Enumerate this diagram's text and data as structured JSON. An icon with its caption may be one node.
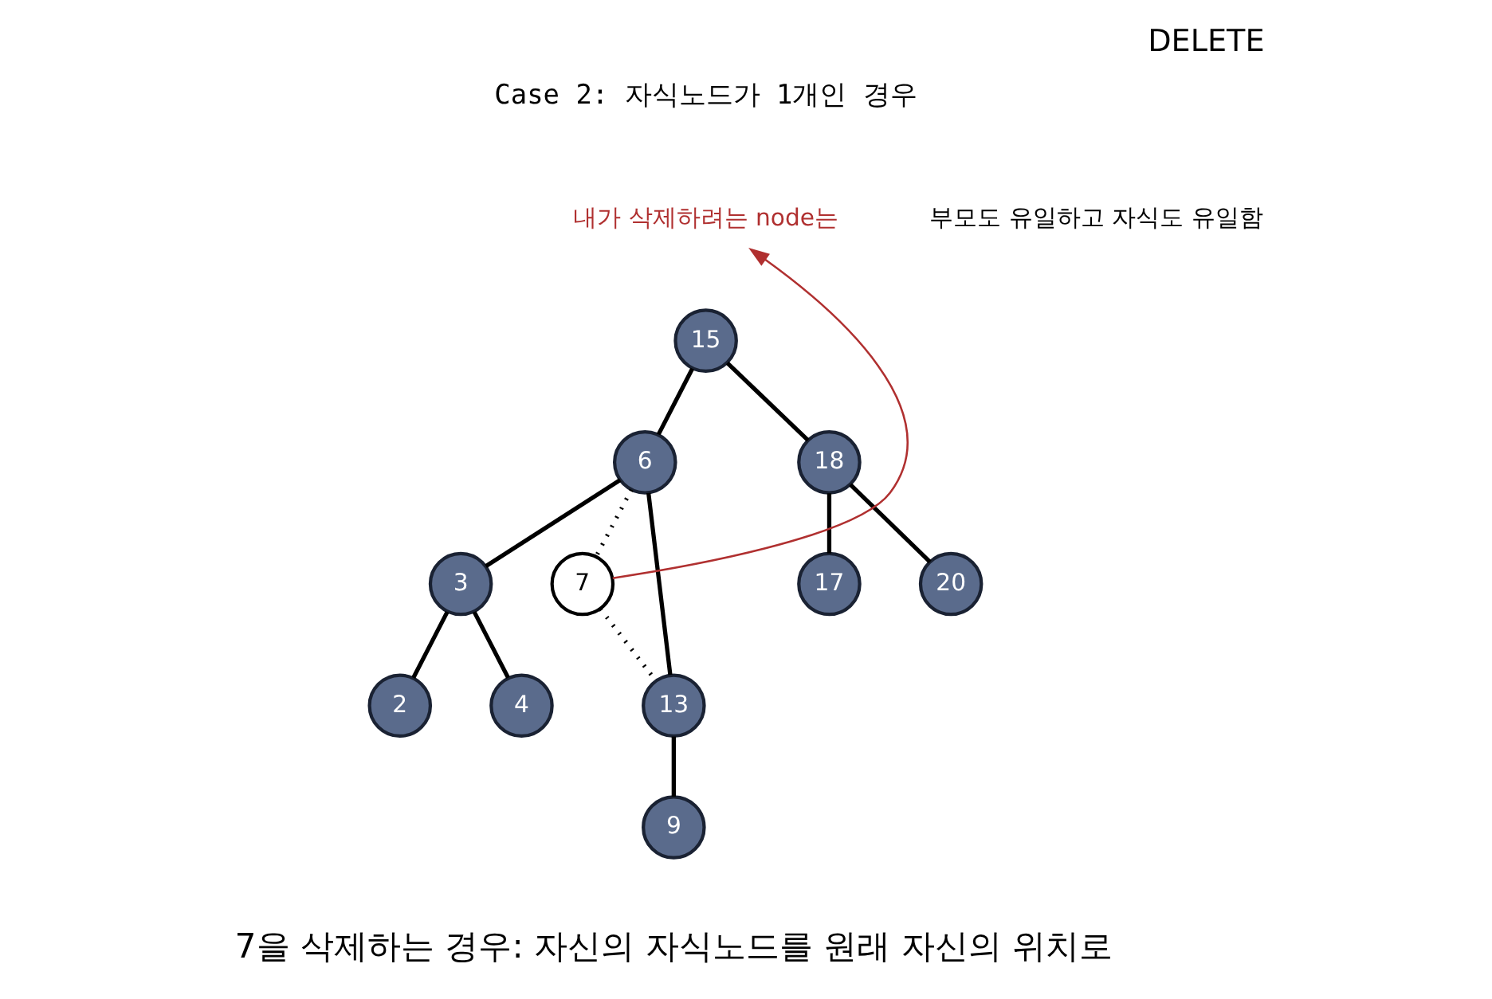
{
  "diagram": {
    "title": "DELETE",
    "nodes": [
      {
        "text": [
          "내가 삭제하려는 node는"
        ],
        "beside": [
          "부모도 유일하고 자식도 유일함"
        ]
      },
      {
        "text": [
          "15"
        ]
      },
      {
        "text": [
          "6"
        ]
      },
      {
        "text": [
          "18"
        ]
      },
      {
        "text": [
          "3"
        ]
      },
      {
        "text": [
          "7"
        ]
      },
      {
        "text": [
          "17"
        ]
      },
      {
        "text": [
          "20"
        ]
      },
      {
        "text": [
          "2"
        ]
      },
      {
        "text": [
          "4"
        ]
      },
      {
        "text": [
          "13"
        ]
      },
      {
        "text": [
          "9"
        ]
      }
    ],
    "edges": [
      {
        "from": 5,
        "to": 0,
        "arrow": "to",
        "color": "#b03030"
      },
      {
        "from": 1,
        "to": 2,
        "arrow": "none"
      },
      {
        "from": 1,
        "to": 3,
        "arrow": "none"
      },
      {
        "from": 2,
        "to": 4,
        "arrow": "none"
      },
      {
        "from": 2,
        "to": 5,
        "arrow": "none",
        "style": "dashed"
      },
      {
        "from": 2,
        "to": 10,
        "arrow": "none"
      },
      {
        "from": 3,
        "to": 6,
        "arrow": "none"
      },
      {
        "from": 3,
        "to": 7,
        "arrow": "none"
      },
      {
        "from": 4,
        "to": 8,
        "arrow": "none"
      },
      {
        "from": 4,
        "to": 9,
        "arrow": "none"
      },
      {
        "from": 5,
        "to": 10,
        "arrow": "none",
        "style": "dashed"
      },
      {
        "from": 10,
        "to": 11,
        "arrow": "none"
      }
    ],
    "labels": [
      "Case 2: 자식노드가 1개인 경우",
      "7을 삭제하는 경우: 자신의 자식노드를 원래 자신의 위치로"
    ]
  }
}
